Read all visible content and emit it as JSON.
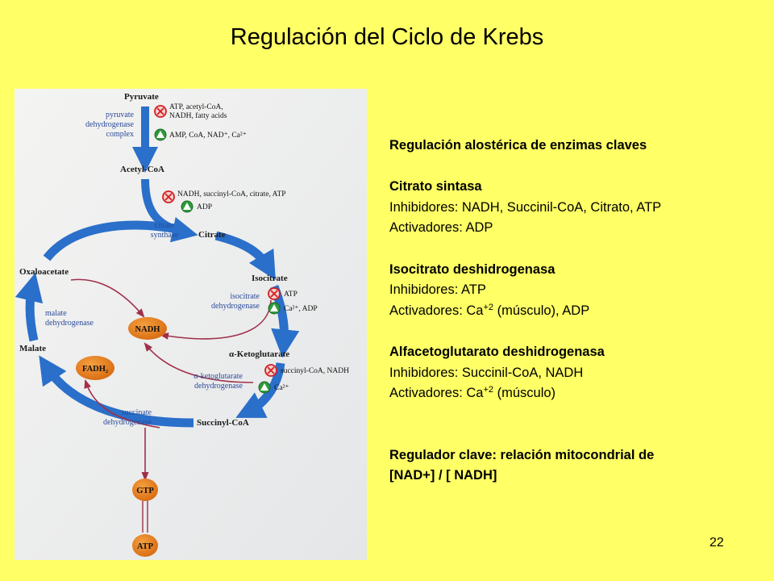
{
  "title": "Regulación del Ciclo de Krebs",
  "page_number": "22",
  "diagram": {
    "metabolites": {
      "pyruvate": "Pyruvate",
      "acetyl_coa": "Acetyl-CoA",
      "citrate": "Citrate",
      "isocitrate": "Isocitrate",
      "alpha_ketoglutarate": "α-Ketoglutarate",
      "succinyl_coa": "Succinyl-CoA",
      "malate": "Malate",
      "oxaloacetate": "Oxaloacetate"
    },
    "enzymes": {
      "pdh_1": "pyruvate",
      "pdh_2": "dehydrogenase",
      "pdh_3": "complex",
      "cs_1": "citrate",
      "cs_2": "synthase",
      "idh_1": "isocitrate",
      "idh_2": "dehydrogenase",
      "akgdh_1": "α-ketoglutarate",
      "akgdh_2": "dehydrogenase",
      "sdh_1": "succinate",
      "sdh_2": "dehydrogenase",
      "mdh_1": "malate",
      "mdh_2": "dehydrogenase"
    },
    "regulators": {
      "pdh_inhib_1": "ATP, acetyl-CoA,",
      "pdh_inhib_2": "NADH, fatty acids",
      "pdh_activ": "AMP, CoA, NAD⁺, Ca²⁺",
      "cs_inhib": "NADH, succinyl-CoA, citrate, ATP",
      "cs_activ": "ADP",
      "idh_inhib": "ATP",
      "idh_activ": "Ca²⁺, ADP",
      "akgdh_inhib": "succinyl-CoA, NADH",
      "akgdh_activ": "Ca²⁺"
    },
    "cofactors": {
      "nadh": "NADH",
      "fadh2": "FADH₂",
      "gtp": "GTP",
      "atp": "ATP"
    },
    "colors": {
      "cycle_blue": "#2A6FC9",
      "inhibitor_red": "#D42020",
      "activator_green": "#2E9A3A",
      "cofactor_orange": "#E07A1E",
      "arrow_maroon": "#A0304A"
    }
  },
  "text_panel": {
    "heading": "Regulación alostérica de enzimas claves",
    "citrato": {
      "name": "Citrato sintasa",
      "inhib_label": "Inhibidores: ",
      "inhib_values": "NADH, Succinil-CoA, Citrato, ATP",
      "activ_label": "Activadores: ",
      "activ_values": "ADP"
    },
    "isocitrato": {
      "name": "Isocitrato deshidrogenasa",
      "inhib_label": "Inhibidores: ",
      "inhib_values": "ATP",
      "activ_label": "Activadores: ",
      "activ_ion": "Ca",
      "activ_sup": "+2",
      "activ_rest": " (músculo), ADP"
    },
    "alfa": {
      "name": "Alfacetoglutarato deshidrogenasa",
      "inhib_label": "Inhibidores: ",
      "inhib_values": "Succinil-CoA, NADH",
      "activ_label": "Activadores: ",
      "activ_ion": "Ca",
      "activ_sup": "+2",
      "activ_rest": " (músculo)"
    },
    "key_1": "Regulador clave: relación mitocondrial de",
    "key_2": "[NAD+]  / [ NADH]"
  }
}
